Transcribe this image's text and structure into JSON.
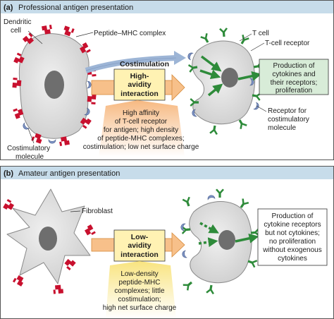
{
  "panel_a": {
    "header_letter": "(a)",
    "header_text": "Professional antigen presentation",
    "label_dendritic_1": "Dendritic",
    "label_dendritic_2": "cell",
    "label_peptide_mhc": "Peptide–MHC complex",
    "label_costim_mol_1": "Costimulatory",
    "label_costim_mol_2": "molecule",
    "label_tcell": "T cell",
    "label_tcr": "T-cell receptor",
    "label_costimulation": "Costimulation",
    "interaction_1": "High-",
    "interaction_2": "avidity",
    "interaction_3": "interaction",
    "desc": [
      "High affinity",
      "of T-cell receptor",
      "for antigen; high density",
      "of peptide-MHC complexes;",
      "costimulation; low net surface charge"
    ],
    "outcome": [
      "Production of",
      "cytokines and",
      "their receptors;",
      "proliferation"
    ],
    "receptor_label": [
      "Receptor for",
      "costimulatory",
      "molecule"
    ]
  },
  "panel_b": {
    "header_letter": "(b)",
    "header_text": "Amateur antigen presentation",
    "label_fibroblast": "Fibroblast",
    "interaction_1": "Low-",
    "interaction_2": "avidity",
    "interaction_3": "interaction",
    "desc": [
      "Low-density",
      "peptide-MHC",
      "complexes; little",
      "costimulation;",
      "high net surface charge"
    ],
    "outcome": [
      "Production of",
      "cytokine receptors",
      "but not cytokines;",
      "no proliferation",
      "without exogenous",
      "cytokines"
    ]
  },
  "colors": {
    "header_bg": "#c7dcea",
    "panel_bg": "#ffffff",
    "cell_fill": "#d9d9d9",
    "nucleus": "#6e6e6e",
    "mhc_red": "#c8102e",
    "tcr_green": "#2e8b3a",
    "costim_blue": "#8fa3c8",
    "outcome_box": "#d8ecd8",
    "interaction_box": "#fff2b3",
    "orange_arrow": "#f2a35a"
  }
}
